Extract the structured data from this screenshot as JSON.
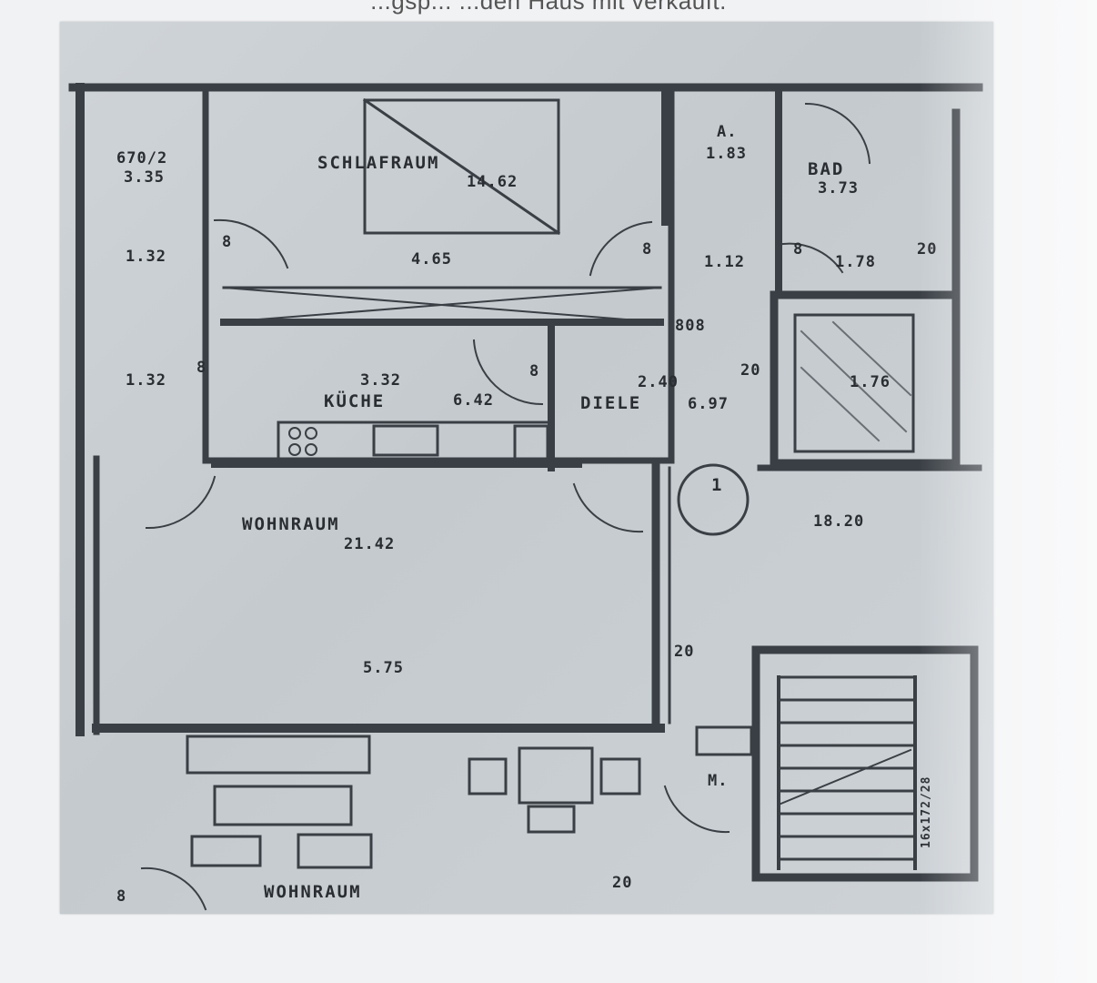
{
  "caption": "...gsp... ...den Haus mit verkauft.",
  "rooms": {
    "schlafraum": {
      "name": "SCHLAFRAUM",
      "area": "14.62",
      "width": "4.65"
    },
    "dim_left_top": "670/2",
    "dim_left_top_b": "3.35",
    "dim_left_mid1": "1.32",
    "dim_left_mid2": "1.32",
    "abstell": {
      "name": "A.",
      "area": "1.83"
    },
    "bad": {
      "name": "BAD",
      "area": "3.73"
    },
    "dim_112": "1.12",
    "dim_178": "1.78",
    "kueche": {
      "dim": "3.32",
      "name": "KÜCHE",
      "area": "6.42"
    },
    "diele": {
      "dim": "2.40",
      "name": "DIELE",
      "area": "6.97"
    },
    "shaft": {
      "area": "1.76"
    },
    "wohnraum": {
      "name": "WOHNRAUM",
      "area": "21.42",
      "width": "5.75"
    },
    "right_area": "18.20",
    "m": "M.",
    "wohnraum2": {
      "name": "WOHNRAUM"
    },
    "stair": "16x172/28",
    "marks": [
      "8",
      "8",
      "8",
      "8",
      "8",
      "20",
      "20",
      "20",
      "1",
      "20",
      "808",
      "8"
    ]
  }
}
